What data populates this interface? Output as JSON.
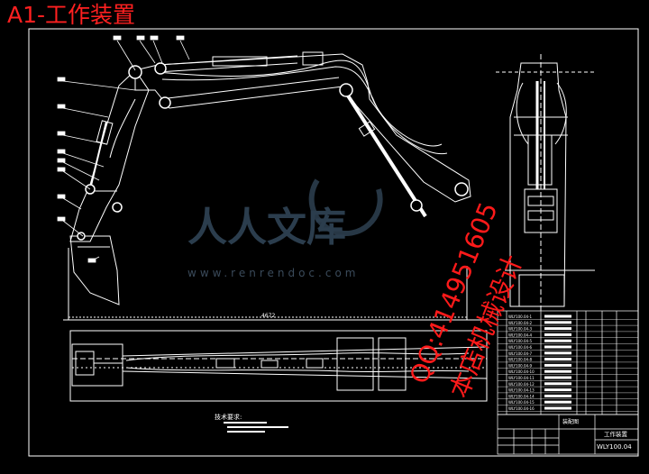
{
  "overlay": {
    "title": "A1-工作装置",
    "watermark_brand": "人人文库",
    "watermark_url": "www.renrendoc.com",
    "stamp_qq": "QQ:414951605",
    "stamp_service": "本店机械设计"
  },
  "drawing": {
    "dimension_label": "4672",
    "tech_requirements_label": "技术要求:",
    "title_block": {
      "drawing_name": "装配图",
      "part_name": "工作装置",
      "drawing_number": "WLY100.04"
    },
    "bom_rows": [
      "WLY100.04-1",
      "WLY100.04-2",
      "WLY100.04-3",
      "WLY100.04-4",
      "WLY100.04-5",
      "WLY100.04-6",
      "WLY100.04-7",
      "WLY100.04-8",
      "WLY100.04-9",
      "WLY100.04-10",
      "WLY100.04-11",
      "WLY100.04-12",
      "WLY100.04-13",
      "WLY100.04-14",
      "WLY100.04-15",
      "WLY100.04-16"
    ]
  },
  "colors": {
    "background": "#000000",
    "lines": "#ffffff",
    "overlay_red": "#ff2020",
    "watermark": "#2b3d4d"
  }
}
